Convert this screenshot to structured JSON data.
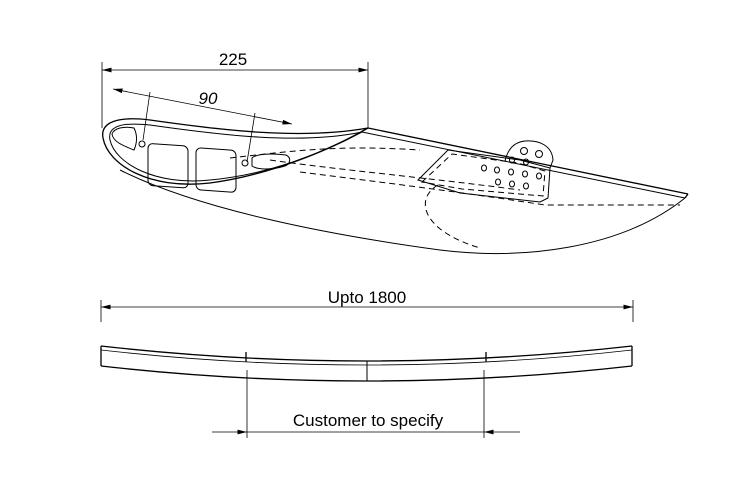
{
  "dimensions": {
    "chord_width": "225",
    "hole_spacing": "90",
    "span_length": "Upto 1800",
    "mount_spacing": "Customer to specify"
  }
}
